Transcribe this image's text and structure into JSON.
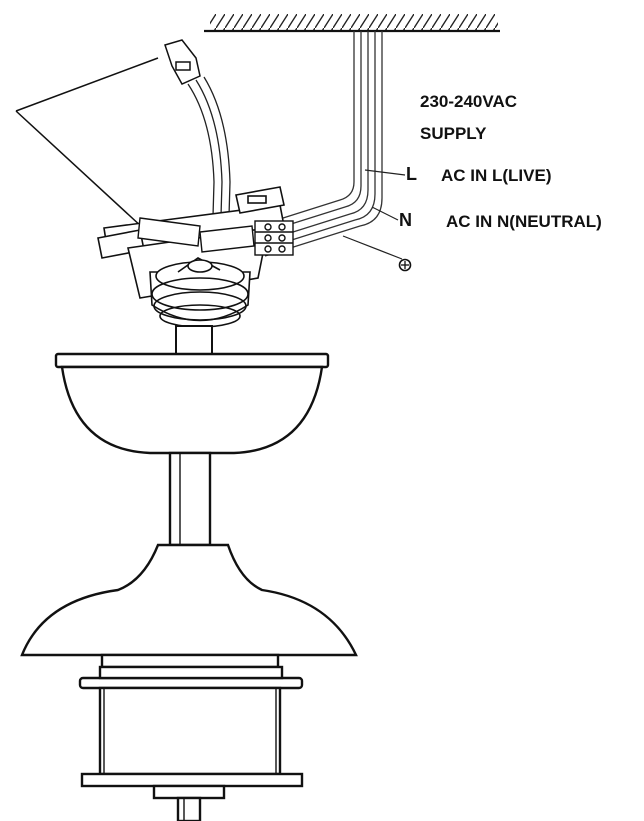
{
  "labels": {
    "supply_voltage": "230-240VAC",
    "supply_word": "SUPPLY",
    "terminal_l": "L",
    "terminal_n": "N",
    "desc_l": "AC IN L(LIVE)",
    "desc_n": "AC IN N(NEUTRAL)"
  },
  "icons": {
    "ground": "earth-ground-icon"
  },
  "colors": {
    "ink": "#111111",
    "background": "#ffffff"
  }
}
